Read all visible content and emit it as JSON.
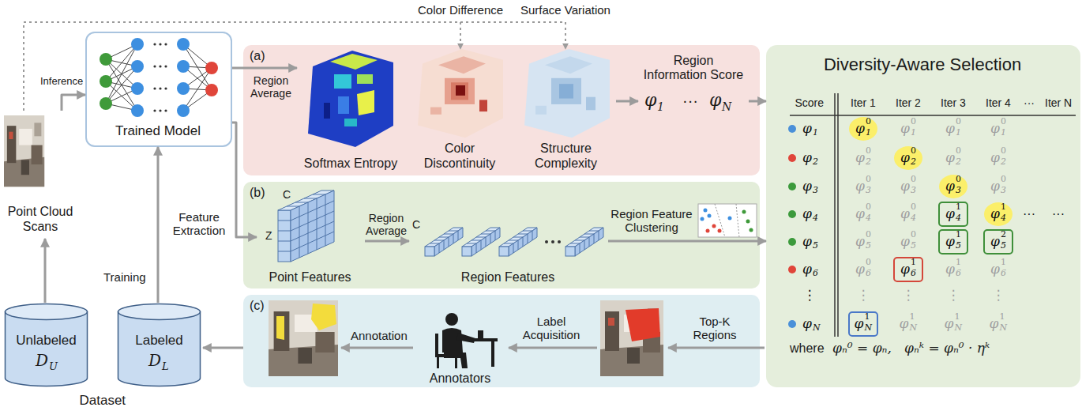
{
  "diagram": {
    "nodes": [
      {
        "text": [
          "Point Cloud Scans"
        ]
      },
      {
        "text": [
          "Trained Model"
        ]
      },
      {
        "text": [
          "Unlabeled",
          "D",
          "U"
        ]
      },
      {
        "text": [
          "Labeled",
          "D",
          "L"
        ]
      },
      {
        "text": [
          "(a)"
        ]
      },
      {
        "text": [
          "Softmax Entropy"
        ],
        "in": 4
      },
      {
        "text": [
          "Color Discontinuity"
        ],
        "in": 4
      },
      {
        "text": [
          "Structure Complexity"
        ],
        "in": 4
      },
      {
        "text": [
          "Region Information Score",
          "φ",
          "1",
          "···",
          "φ",
          "N"
        ],
        "in": 4
      },
      {
        "text": [
          "(b)"
        ]
      },
      {
        "text": [
          "C",
          "Z",
          "Point Features"
        ],
        "in": 9
      },
      {
        "text": [
          "C",
          "Region Features"
        ],
        "in": 9
      },
      {
        "text": [
          "(c)"
        ]
      },
      {
        "text": [
          "Annotators"
        ],
        "in": 12
      },
      {
        "text": [
          "Diversity-Aware Selection"
        ]
      }
    ],
    "edges": [
      {
        "from": 2,
        "to": 0,
        "arrow": "to"
      },
      {
        "from": 0,
        "to": 1,
        "arrow": "to",
        "label": "Inference"
      },
      {
        "from": 3,
        "to": 1,
        "arrow": "to",
        "label": "Training"
      },
      {
        "from": 0,
        "to": 6,
        "arrow": "to",
        "label": "Color Difference"
      },
      {
        "from": 0,
        "to": 7,
        "arrow": "to",
        "label": "Surface Variation"
      },
      {
        "from": 1,
        "to": 5,
        "arrow": "to",
        "label": "Region Average"
      },
      {
        "from": 1,
        "to": 10,
        "arrow": "to",
        "label": "Feature Extraction"
      },
      {
        "from": 7,
        "to": 8,
        "arrow": "to"
      },
      {
        "from": 8,
        "to": 14,
        "arrow": "to"
      },
      {
        "from": 10,
        "to": 11,
        "arrow": "to",
        "label": "Region Average"
      },
      {
        "from": 11,
        "to": 14,
        "arrow": "to",
        "label": "Region Feature Clustering"
      },
      {
        "from": 12,
        "to": 3,
        "arrow": "to"
      }
    ],
    "labels": [
      "Top-K Regions",
      "Label Acquisition",
      "Annotation",
      "Dataset",
      "Score",
      "Iter 1",
      "Iter 2",
      "Iter 3",
      "Iter 4",
      "···",
      "Iter N",
      "φ",
      "1",
      "φ",
      "1",
      "0",
      "φ",
      "1",
      "0",
      "φ",
      "1",
      "0",
      "φ",
      "1",
      "0",
      "φ",
      "2",
      "φ",
      "2",
      "0",
      "φ",
      "2",
      "0",
      "φ",
      "2",
      "0",
      "φ",
      "2",
      "0",
      "φ",
      "3",
      "φ",
      "3",
      "0",
      "φ",
      "3",
      "0",
      "φ",
      "3",
      "0",
      "φ",
      "3",
      "0",
      "φ",
      "4",
      "φ",
      "4",
      "0",
      "φ",
      "4",
      "0",
      "φ",
      "4",
      "1",
      "φ",
      "4",
      "1",
      "···",
      "···",
      "φ",
      "5",
      "φ",
      "5",
      "0",
      "φ",
      "5",
      "0",
      "φ",
      "5",
      "1",
      "φ",
      "5",
      "2",
      "φ",
      "6",
      "φ",
      "6",
      "0",
      "φ",
      "6",
      "1",
      "φ",
      "6",
      "1",
      "φ",
      "6",
      "1",
      "⋮",
      "⋮",
      "⋮",
      "⋮",
      "⋮",
      "φ",
      "N",
      "φ",
      "N",
      "1",
      "φ",
      "N",
      "1",
      "φ",
      "N",
      "1",
      "φ",
      "N",
      "1",
      "where",
      "φₙ⁰ = φₙ,",
      "φₙᵏ = φₙ⁰ · ηᵏ"
    ]
  }
}
